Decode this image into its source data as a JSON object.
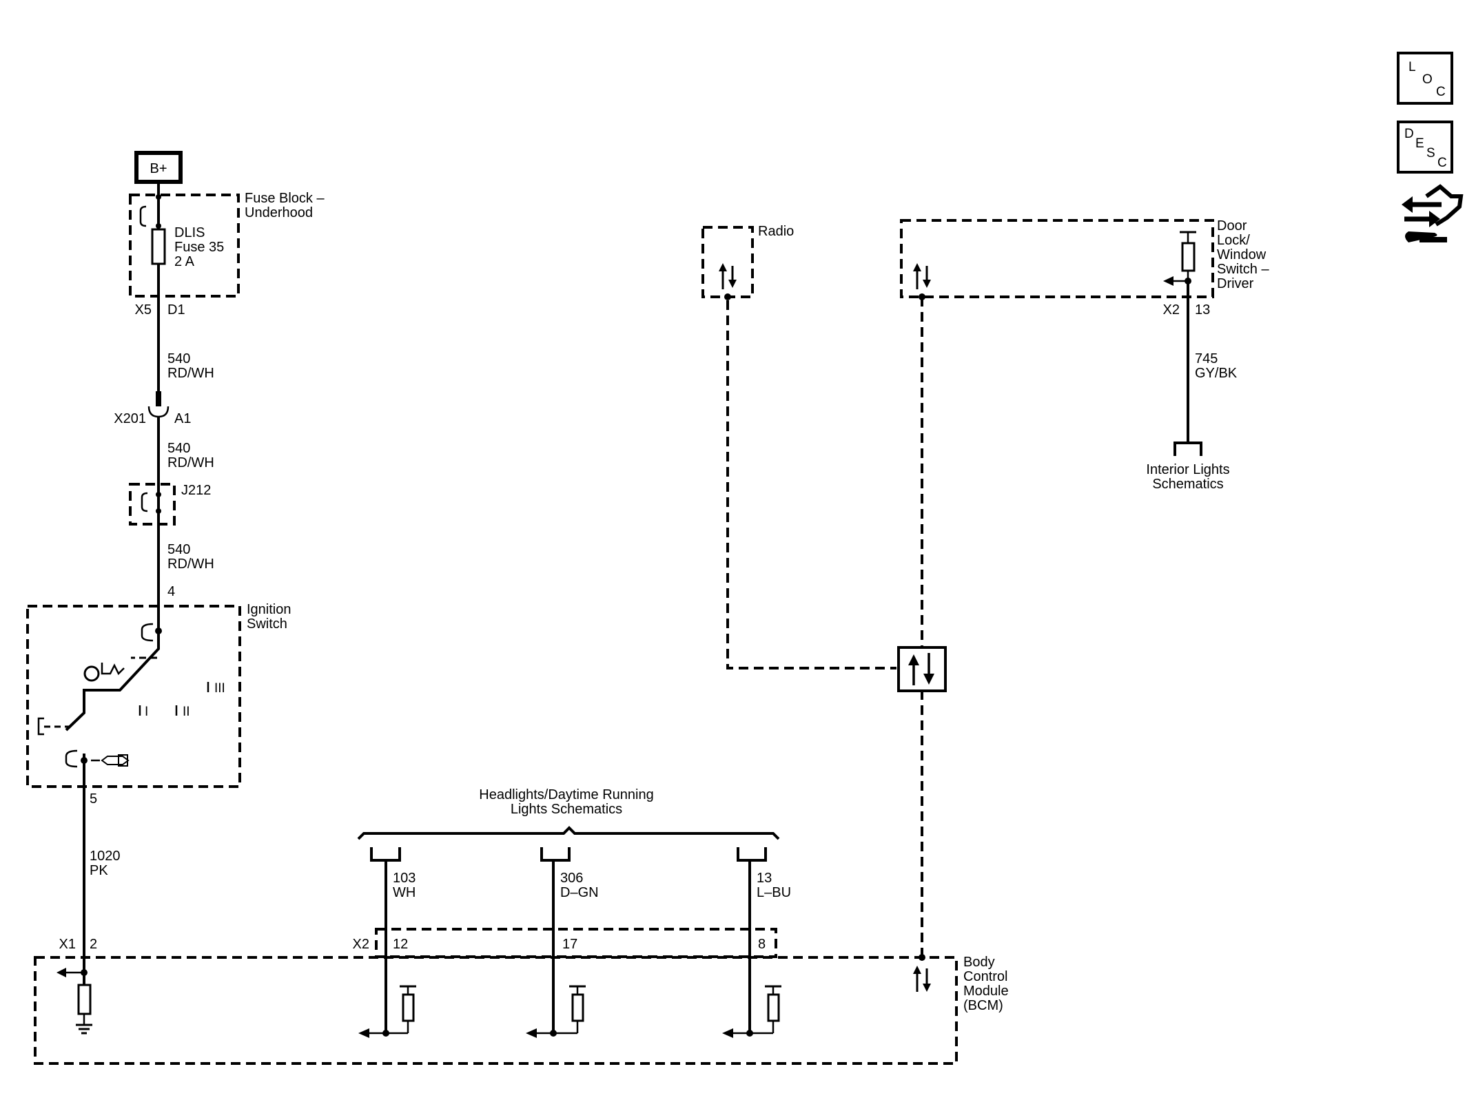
{
  "power_source": {
    "label": "B+"
  },
  "fuse_block": {
    "title_lines": [
      "Fuse Block –",
      "Underhood"
    ],
    "fuse_lines": [
      "DLIS",
      "Fuse 35",
      "2 A"
    ],
    "connector": "X5",
    "pin": "D1"
  },
  "wire_540_a": {
    "circuit": "540",
    "color": "RD/WH"
  },
  "inline_connector": {
    "connector": "X201",
    "pin": "A1"
  },
  "wire_540_b": {
    "circuit": "540",
    "color": "RD/WH"
  },
  "splice": {
    "label": "J212"
  },
  "wire_540_c": {
    "circuit": "540",
    "color": "RD/WH"
  },
  "ignition_switch": {
    "pin_in": "4",
    "title_lines": [
      "Ignition",
      "Switch"
    ],
    "position_labels": [
      "I",
      "II",
      "III"
    ],
    "pin_out": "5"
  },
  "wire_1020": {
    "circuit": "1020",
    "color": "PK"
  },
  "bcm": {
    "title_lines": [
      "Body",
      "Control",
      "Module",
      "(BCM)"
    ],
    "x1_connector": "X1",
    "x1_pin": "2",
    "x2_connector": "X2",
    "x2_pins": [
      "12",
      "17",
      "8"
    ]
  },
  "headlights_ref": {
    "title_lines": [
      "Headlights/Daytime Running",
      "Lights Schematics"
    ]
  },
  "headlight_wires": [
    {
      "circuit": "103",
      "color": "WH"
    },
    {
      "circuit": "306",
      "color": "D–GN"
    },
    {
      "circuit": "13",
      "color": "L–BU"
    }
  ],
  "radio": {
    "label": "Radio"
  },
  "door_switch": {
    "title_lines": [
      "Door",
      "Lock/",
      "Window",
      "Switch –",
      "Driver"
    ],
    "connector": "X2",
    "pin": "13"
  },
  "wire_745": {
    "circuit": "745",
    "color": "GY/BK"
  },
  "interior_lights_ref": {
    "title_lines": [
      "Interior Lights",
      "Schematics"
    ]
  },
  "side_buttons": {
    "loc": {
      "letters": [
        "L",
        "O",
        "C"
      ],
      "icon": "location-icon"
    },
    "desc": {
      "letters": [
        "D",
        "E",
        "S",
        "C"
      ],
      "icon": "description-icon"
    },
    "connector_icon": "connector-arrows-icon"
  }
}
